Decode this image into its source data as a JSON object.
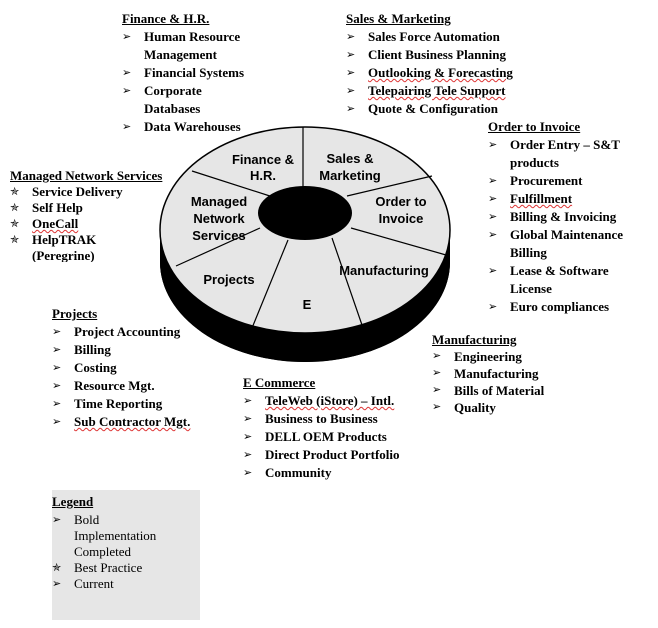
{
  "wheel": {
    "segments": [
      "Finance &",
      "H.R.",
      "Sales &",
      "Marketing",
      "Order to",
      "Invoice",
      "Manufacturing",
      "E",
      "Projects",
      "Managed",
      "Network",
      "Services"
    ]
  },
  "finance": {
    "title": "Finance & H.R.",
    "items": [
      "Human Resource Management",
      "Financial Systems",
      "Corporate Databases",
      "Data Warehouses"
    ]
  },
  "sales": {
    "title": "Sales & Marketing",
    "items": [
      "Sales Force Automation",
      "Client Business Planning",
      "Outlooking & Forecasting",
      "Telepairing Tele Support",
      "Quote & Configuration"
    ]
  },
  "order": {
    "title": "Order to Invoice",
    "items": [
      "Order Entry – S&T products",
      "Procurement",
      "Fulfillment",
      "Billing & Invoicing",
      "Global Maintenance Billing",
      "Lease & Software License",
      "Euro compliances"
    ]
  },
  "managed": {
    "title": "Managed Network Services",
    "items": [
      "Service Delivery",
      "Self Help",
      "OneCall",
      "HelpTRAK (Peregrine)"
    ]
  },
  "projects": {
    "title": "Projects",
    "items": [
      "Project Accounting",
      "Billing",
      "Costing",
      "Resource Mgt.",
      "Time Reporting",
      "Sub Contractor Mgt."
    ]
  },
  "manufacturing": {
    "title": "Manufacturing",
    "items": [
      "Engineering",
      "Manufacturing",
      "Bills of Material",
      "Quality"
    ]
  },
  "ecommerce": {
    "title": "E Commerce",
    "items": [
      "TeleWeb (iStore) – Intl.",
      "Business to Business",
      "DELL OEM Products",
      "Direct Product Portfolio",
      "Community"
    ]
  },
  "legend": {
    "title": "Legend",
    "items": [
      "Bold Implementation Completed",
      "Best Practice",
      "Current"
    ]
  },
  "bullets": {
    "bold": "➢",
    "star": "✯",
    "current": "➢"
  }
}
